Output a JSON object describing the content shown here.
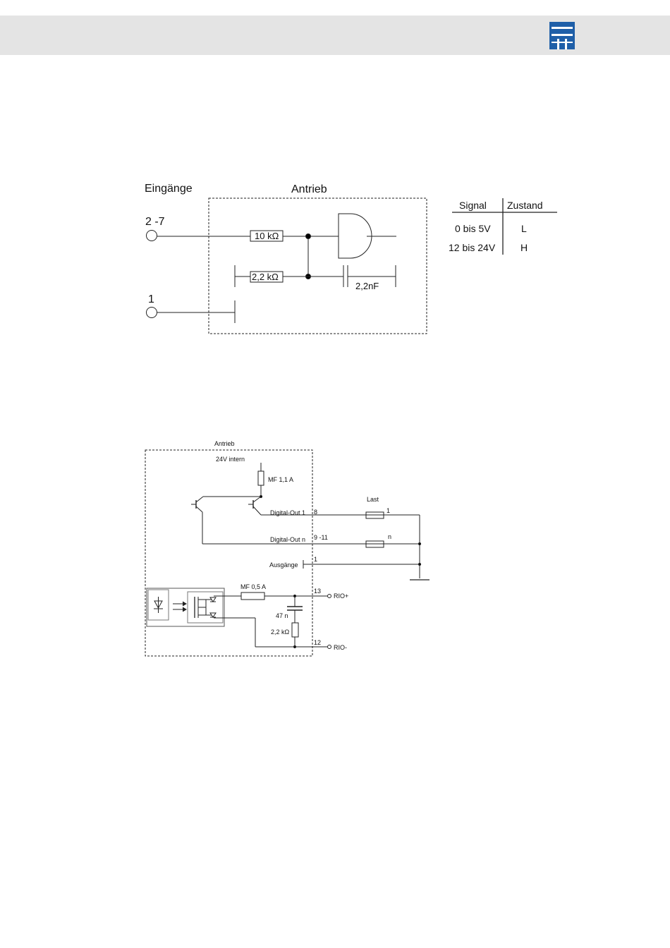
{
  "header": {
    "logo_icon": "company-logo-icon"
  },
  "input_diagram": {
    "title_inputs": "Eingänge",
    "title_drive": "Antrieb",
    "terminal_top": "2 -7",
    "terminal_bottom": "1",
    "r1": "10 kΩ",
    "r2": "2,2 kΩ",
    "cap": "2,2nF",
    "table": {
      "headers": [
        "Signal",
        "Zustand"
      ],
      "rows": [
        [
          "0 bis 5V",
          "L"
        ],
        [
          "12 bis 24V",
          "H"
        ]
      ]
    }
  },
  "output_diagram": {
    "title_drive": "Antrieb",
    "supply": "24V intern",
    "fuse1": "MF 1,1 A",
    "fuse2": "MF 0,5 A",
    "load": "Last",
    "load_1": "1",
    "load_n": "n",
    "do1": "Digital-Out 1",
    "don": "Digital-Out n",
    "outputs": "Ausgänge",
    "pin8": "8",
    "pin9_11": "9 -11",
    "pin1": "1",
    "pin13": "13",
    "pin12": "12",
    "rio_plus": "RIO+",
    "rio_minus": "RIO-",
    "cap47": "47 n",
    "r22": "2,2 kΩ"
  }
}
